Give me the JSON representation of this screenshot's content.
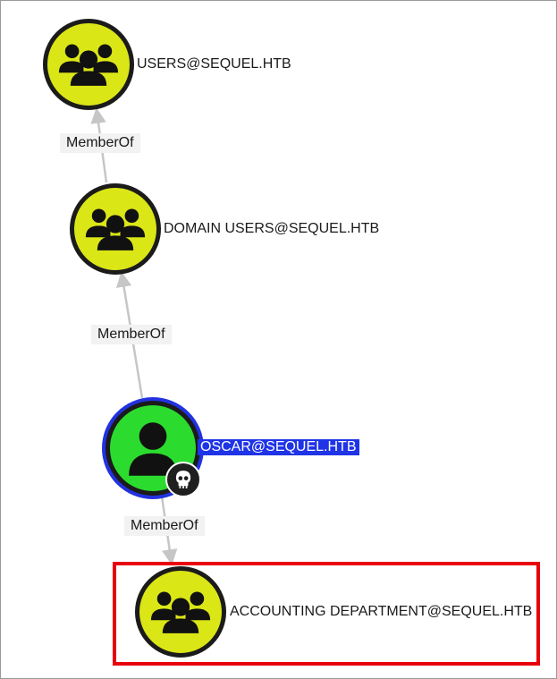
{
  "graph": {
    "nodes": [
      {
        "id": "users",
        "type": "group",
        "label": "USERS@SEQUEL.HTB",
        "icon": "group-icon"
      },
      {
        "id": "domain_users",
        "type": "group",
        "label": "DOMAIN USERS@SEQUEL.HTB",
        "icon": "group-icon"
      },
      {
        "id": "oscar",
        "type": "user",
        "label": "OSCAR@SEQUEL.HTB",
        "icon": "user-icon",
        "owned": true,
        "owned_icon": "skull-icon",
        "selected": true
      },
      {
        "id": "accounting",
        "type": "group",
        "label": "ACCOUNTING DEPARTMENT@SEQUEL.HTB",
        "icon": "group-icon",
        "highlighted": true
      }
    ],
    "edges": [
      {
        "from": "domain_users",
        "to": "users",
        "label": "MemberOf"
      },
      {
        "from": "oscar",
        "to": "domain_users",
        "label": "MemberOf"
      },
      {
        "from": "oscar",
        "to": "accounting",
        "label": "MemberOf"
      }
    ]
  },
  "colors": {
    "group_fill": "#dbe617",
    "user_fill": "#2bdc2f",
    "node_border": "#1b1b1b",
    "selection": "#1f34e6",
    "edge": "#c6c6c6",
    "highlight_box": "#e8000b"
  }
}
